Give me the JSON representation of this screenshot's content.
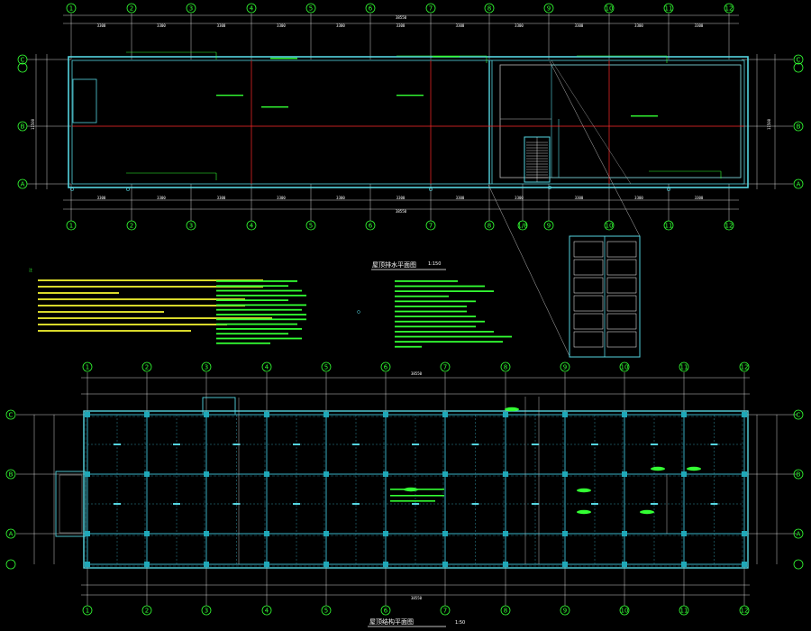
{
  "colors": {
    "background": "#000000",
    "axis": "#33ff33",
    "wall": "#55d5e0",
    "beam": "#2f8fa0",
    "red": "#ff2a2a",
    "white": "#ffffff",
    "gray": "#b9b9b9"
  },
  "plan1": {
    "axes_top": [
      "1",
      "2",
      "3",
      "4",
      "5",
      "6",
      "7",
      "8",
      "9",
      "10",
      "11",
      "12"
    ],
    "axes_bottom": [
      "1",
      "2",
      "3",
      "4",
      "5",
      "6",
      "7",
      "8",
      "1/8",
      "9",
      "10",
      "11",
      "12"
    ],
    "axes_left": [
      "C",
      "B",
      "A"
    ],
    "axes_right": [
      "C",
      "B",
      "A"
    ],
    "total_top": "38550",
    "total_bottom": "38550",
    "spans": [
      "3300",
      "3300",
      "3300",
      "3300",
      "3300",
      "3300",
      "3300",
      "3300",
      "3300",
      "3300",
      "3300"
    ],
    "left_total": "11500"
  },
  "plan1_title": "屋顶排水平面图",
  "plan1_scale": "1:150",
  "notes_header": "注",
  "plan2": {
    "axes_top": [
      "1",
      "2",
      "3",
      "4",
      "5",
      "6",
      "7",
      "8",
      "9",
      "10",
      "11",
      "12"
    ],
    "axes_bottom": [
      "1",
      "2",
      "3",
      "4",
      "5",
      "6",
      "7",
      "8",
      "9",
      "10",
      "11",
      "12"
    ],
    "axes_left": [
      "C",
      "B",
      "A"
    ],
    "axes_right": [
      "C",
      "B",
      "A"
    ],
    "total": "38550"
  },
  "plan2_title": "屋顶结构平面图",
  "plan2_scale": "1:50"
}
